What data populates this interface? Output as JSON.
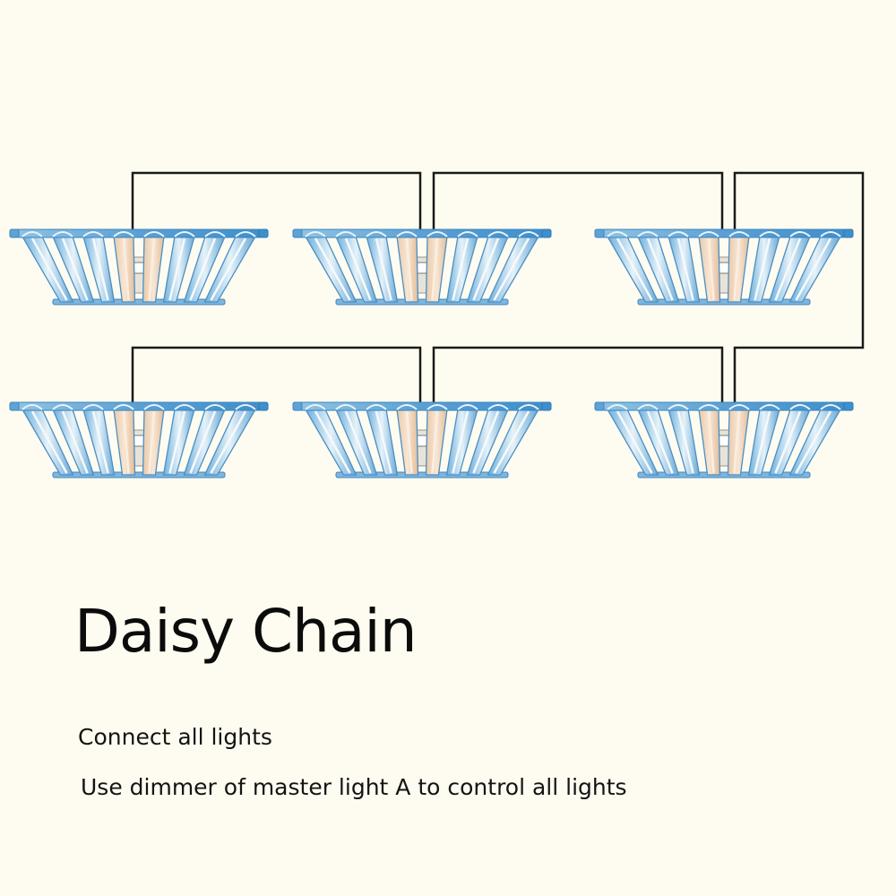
{
  "title": "Daisy Chain",
  "captions": [
    "Connect all lights",
    "Use dimmer of master light A to control all lights"
  ],
  "lights": [
    {
      "id": "row1-light1"
    },
    {
      "id": "row1-light2"
    },
    {
      "id": "row1-light3"
    },
    {
      "id": "row2-light1"
    },
    {
      "id": "row2-light2"
    },
    {
      "id": "row2-light3"
    }
  ],
  "connections": [
    [
      "row1-light1",
      "row1-light2"
    ],
    [
      "row1-light2",
      "row1-light3"
    ],
    [
      "row1-light3",
      "row2-light3"
    ],
    [
      "row2-light3",
      "row2-light2"
    ],
    [
      "row2-light2",
      "row2-light1"
    ]
  ],
  "colors": {
    "background": "#fefcf0",
    "cable": "#1a1a1a",
    "fixture_frame": "#5a9fd0",
    "fixture_bar_light": "#cfe3ef",
    "led_strip": "#f1d7be",
    "text": "#0b0b0b"
  }
}
